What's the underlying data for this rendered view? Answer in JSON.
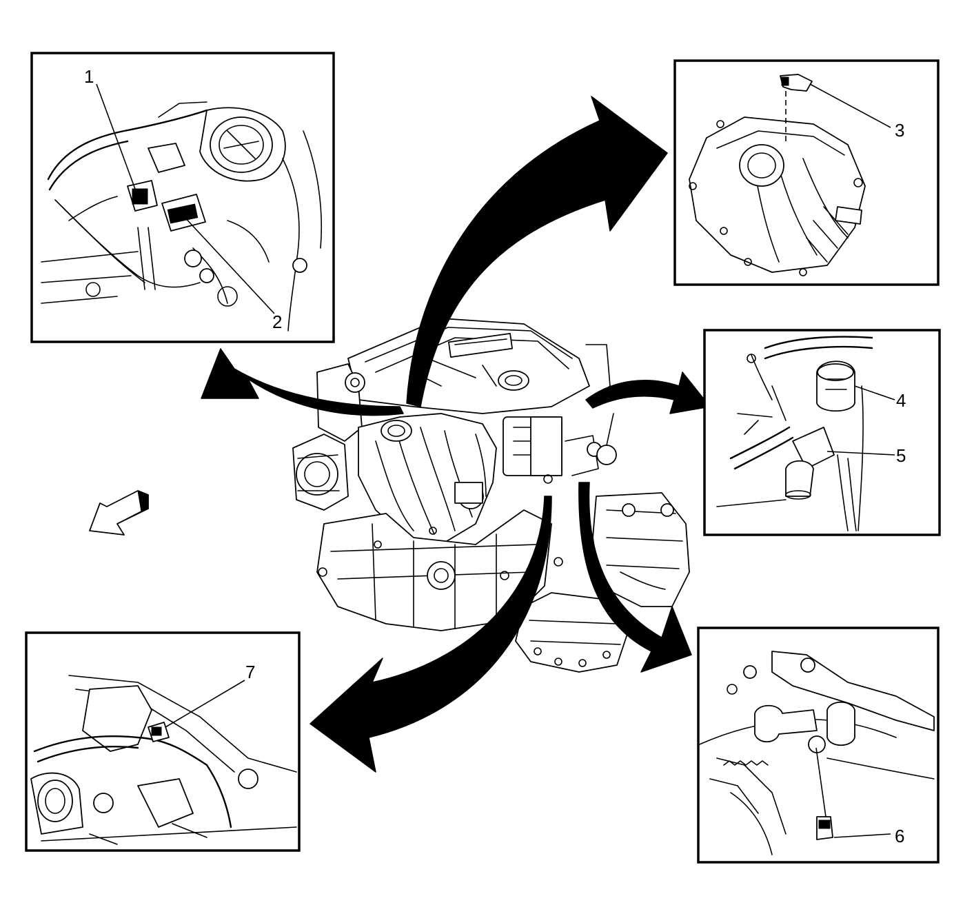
{
  "diagram": {
    "colors": {
      "line": "#000000",
      "background": "#ffffff"
    },
    "callouts": [
      {
        "id": "1",
        "label": "1"
      },
      {
        "id": "2",
        "label": "2"
      },
      {
        "id": "3",
        "label": "3"
      },
      {
        "id": "4",
        "label": "4"
      },
      {
        "id": "5",
        "label": "5"
      },
      {
        "id": "6",
        "label": "6"
      },
      {
        "id": "7",
        "label": "7"
      }
    ],
    "panels": [
      {
        "name": "detail-panel-throttle-body",
        "callouts": [
          "1",
          "2"
        ]
      },
      {
        "name": "detail-panel-intake-manifold",
        "callouts": [
          "3"
        ]
      },
      {
        "name": "detail-panel-oil-filter",
        "callouts": [
          "4",
          "5"
        ]
      },
      {
        "name": "detail-panel-knock-sensor",
        "callouts": [
          "6"
        ]
      },
      {
        "name": "detail-panel-engine-block-sensor",
        "callouts": [
          "7"
        ]
      }
    ],
    "orientation_icon": "front-of-vehicle-arrow-icon"
  }
}
